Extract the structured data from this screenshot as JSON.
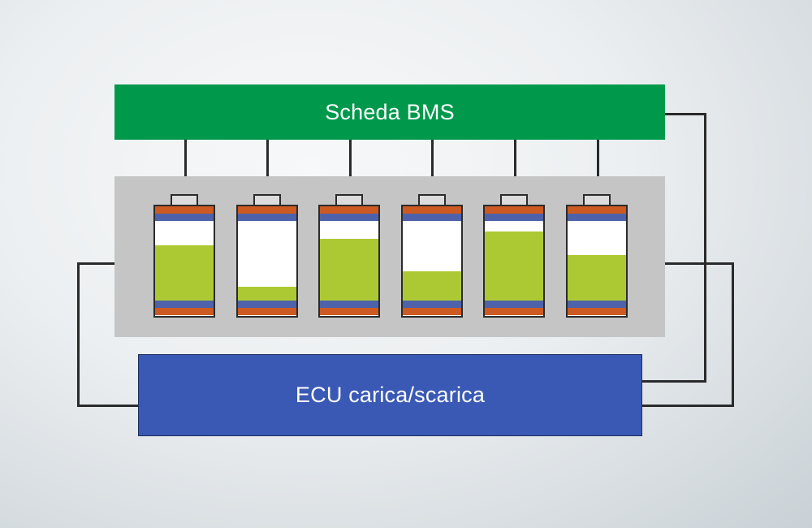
{
  "bms": {
    "label": "Scheda BMS"
  },
  "ecu": {
    "label": "ECU carica/scarica"
  },
  "colors": {
    "bms_green": "#00994c",
    "ecu_blue": "#3a59b4",
    "tray_gray": "#c5c5c5",
    "cell_orange": "#cc5a22",
    "cell_blue": "#4d62aa",
    "charge_green": "#acc933",
    "wire": "#2a2a2a"
  },
  "cells": [
    {
      "id": "cell-1",
      "charge_fraction": 0.7
    },
    {
      "id": "cell-2",
      "charge_fraction": 0.18
    },
    {
      "id": "cell-3",
      "charge_fraction": 0.78
    },
    {
      "id": "cell-4",
      "charge_fraction": 0.37
    },
    {
      "id": "cell-5",
      "charge_fraction": 0.88
    },
    {
      "id": "cell-6",
      "charge_fraction": 0.58
    }
  ]
}
